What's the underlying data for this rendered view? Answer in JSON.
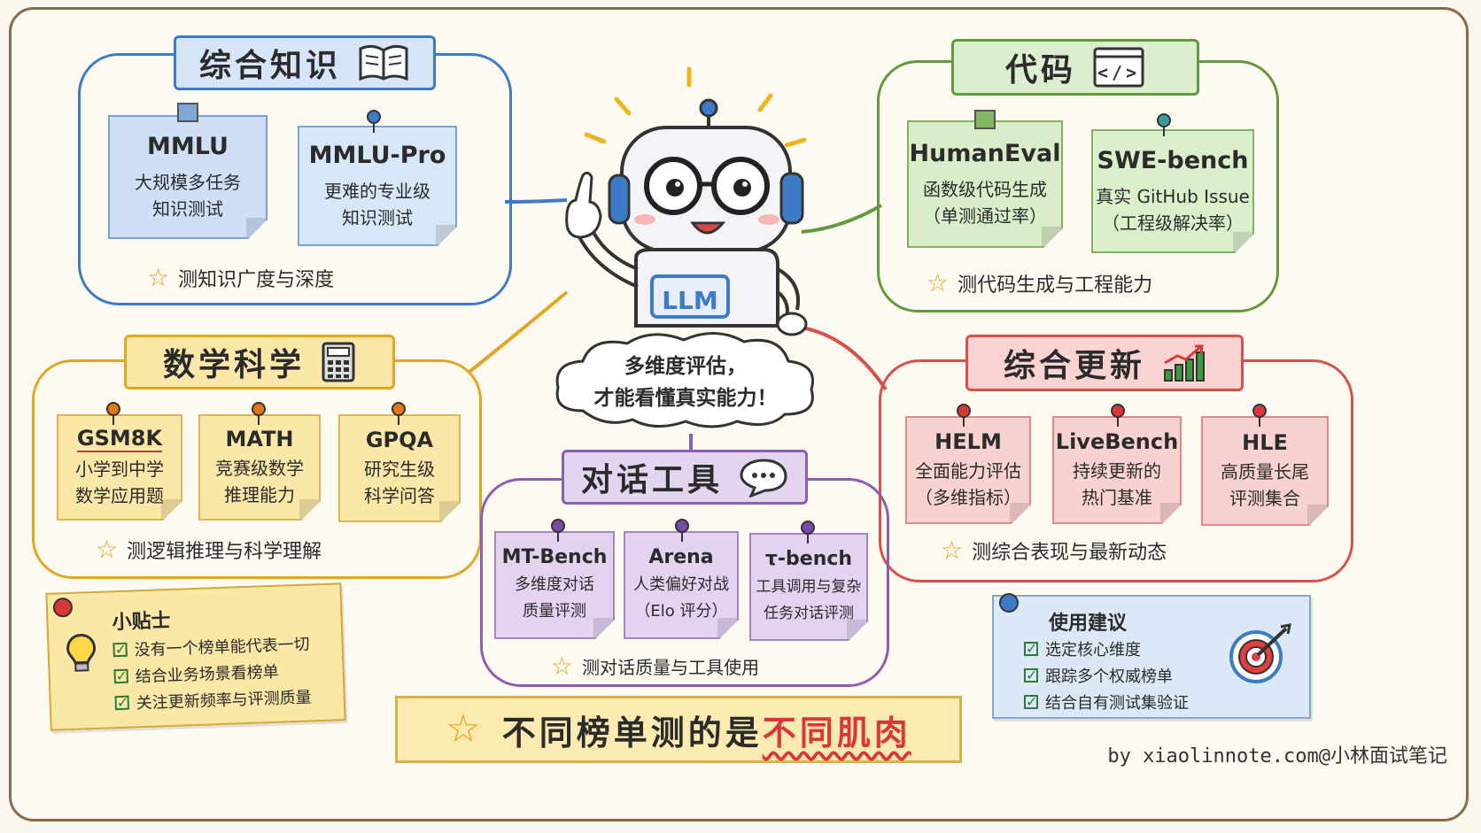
{
  "center": {
    "robot_badge": "LLM",
    "cloud_line1": "多维度评估，",
    "cloud_line2": "才能看懂真实能力！"
  },
  "knowledge": {
    "title": "综合知识",
    "icon": "open-book-icon",
    "notes": [
      {
        "name": "MMLU",
        "desc1": "大规模多任务",
        "desc2": "知识测试"
      },
      {
        "name": "MMLU-Pro",
        "desc1": "更难的专业级",
        "desc2": "知识测试"
      }
    ],
    "footer": "测知识广度与深度"
  },
  "code": {
    "title": "代码",
    "icon": "code-window-icon",
    "notes": [
      {
        "name": "HumanEval",
        "desc1": "函数级代码生成",
        "desc2": "（单测通过率）"
      },
      {
        "name": "SWE-bench",
        "desc1": "真实 GitHub Issue",
        "desc2": "（工程级解决率）"
      }
    ],
    "footer": "测代码生成与工程能力"
  },
  "math": {
    "title": "数学科学",
    "icon": "calculator-icon",
    "notes": [
      {
        "name": "GSM8K",
        "desc1": "小学到中学",
        "desc2": "数学应用题"
      },
      {
        "name": "MATH",
        "desc1": "竞赛级数学",
        "desc2": "推理能力"
      },
      {
        "name": "GPQA",
        "desc1": "研究生级",
        "desc2": "科学问答"
      }
    ],
    "footer": "测逻辑推理与科学理解"
  },
  "update": {
    "title": "综合更新",
    "icon": "growth-chart-icon",
    "notes": [
      {
        "name": "HELM",
        "desc1": "全面能力评估",
        "desc2": "（多维指标）"
      },
      {
        "name": "LiveBench",
        "desc1": "持续更新的",
        "desc2": "热门基准"
      },
      {
        "name": "HLE",
        "desc1": "高质量长尾",
        "desc2": "评测集合"
      }
    ],
    "footer": "测综合表现与最新动态"
  },
  "dialog": {
    "title": "对话工具",
    "icon": "chat-bubble-icon",
    "notes": [
      {
        "name": "MT-Bench",
        "desc1": "多维度对话",
        "desc2": "质量评测"
      },
      {
        "name": "Arena",
        "desc1": "人类偏好对战",
        "desc2": "（Elo 评分）"
      },
      {
        "name": "τ-bench",
        "desc1": "工具调用与复杂",
        "desc2": "任务对话评测"
      }
    ],
    "footer": "测对话质量与工具使用"
  },
  "tips": {
    "title": "小贴士",
    "items": [
      "没有一个榜单能代表一切",
      "结合业务场景看榜单",
      "关注更新频率与评测质量"
    ]
  },
  "advice": {
    "title": "使用建议",
    "items": [
      "选定核心维度",
      "跟踪多个权威榜单",
      "结合自有测试集验证"
    ]
  },
  "banner": {
    "text_main": "不同榜单测的是",
    "text_emphasis": "不同肌肉"
  },
  "credit": "by xiaolinnote.com@小林面试笔记",
  "colors": {
    "blue": "#3d7ac8",
    "green": "#5f9a3c",
    "yellow": "#e2a624",
    "red": "#d8504c",
    "purple": "#8a5fb0"
  }
}
